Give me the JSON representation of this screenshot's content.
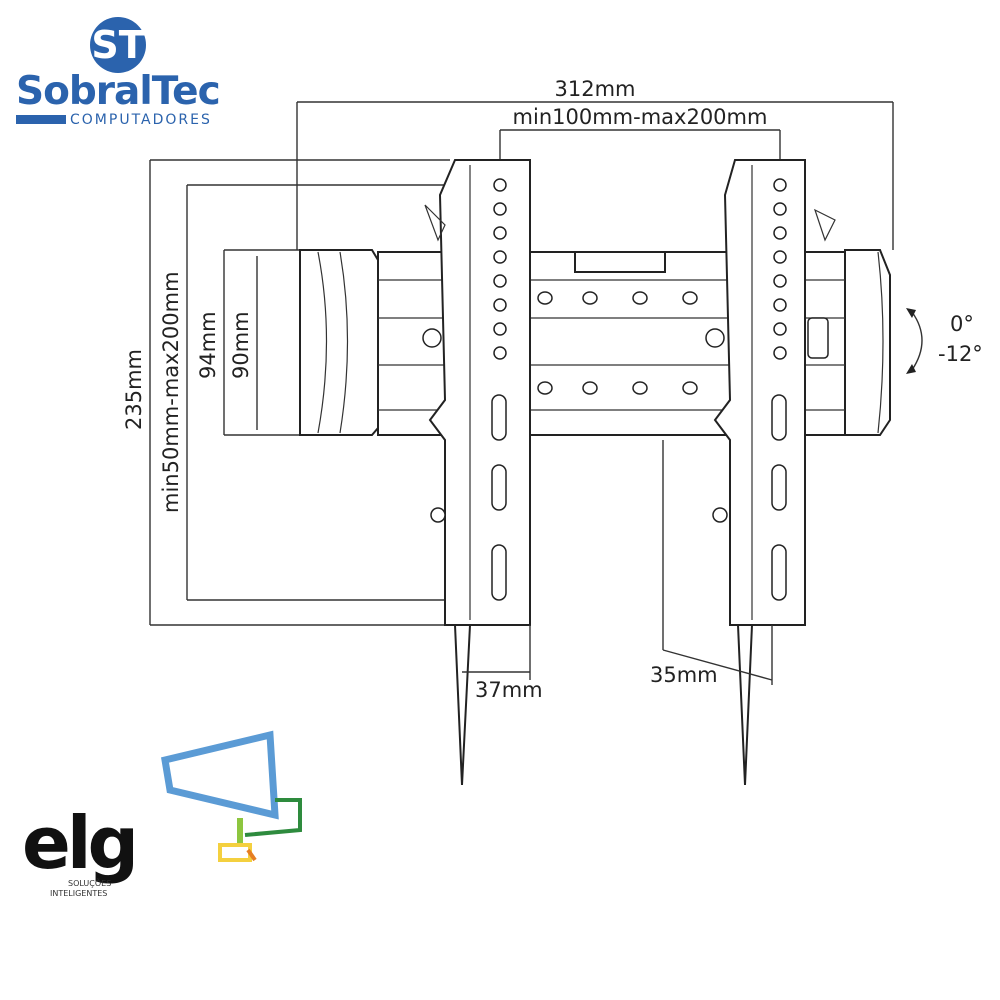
{
  "brand_logo": {
    "name": "SobralTec",
    "tagline": "COMPUTADORES",
    "monogram": "ST",
    "color": "#2b63ad"
  },
  "partner_logo": {
    "name": "elg",
    "tagline_line1": "SOLUÇÕES",
    "tagline_line2": "INTELIGENTES"
  },
  "dimensions": {
    "overall_width": "312mm",
    "vesa_horizontal": "min100mm-max200mm",
    "overall_height": "235mm",
    "vesa_vertical": "min50mm-max200mm",
    "block_height_outer": "94mm",
    "block_height_inner": "90mm",
    "depth_wall": "37mm",
    "depth_plate": "35mm"
  },
  "tilt": {
    "max": "0°",
    "min": "-12°"
  }
}
